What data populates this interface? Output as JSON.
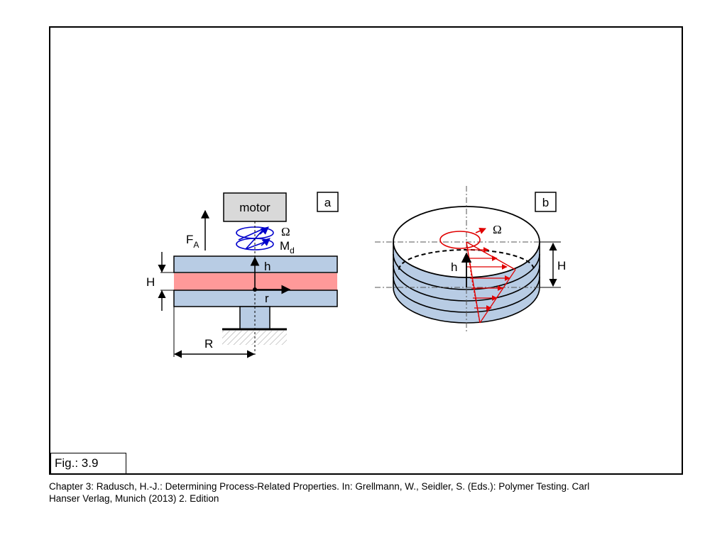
{
  "panel_a": {
    "label": "a",
    "motor_label": "motor",
    "force": {
      "main": "F",
      "sub": "A"
    },
    "omega": "Ω",
    "torque": {
      "main": "M",
      "sub": "d"
    },
    "height_h": "h",
    "radius_r": "r",
    "gap_H": "H",
    "plate_radius_R": "R"
  },
  "panel_b": {
    "label": "b",
    "omega": "Ω",
    "height_h": "h",
    "height_H": "H"
  },
  "fig_label": "Fig.: 3.9",
  "caption": [
    "Chapter 3: Radusch, H.-J.: Determining Process-Related Properties. In: Grellmann, W., Seidler, S. (Eds.): Polymer Testing. Carl",
    "Hanser Verlag, Munich (2013) 2. Edition"
  ],
  "colors": {
    "plate": "#b8cce4",
    "sample": "#ff9999",
    "motor": "#d9d9d9",
    "torque_arrow": "#0000cc",
    "flow_red": "#e00000"
  }
}
